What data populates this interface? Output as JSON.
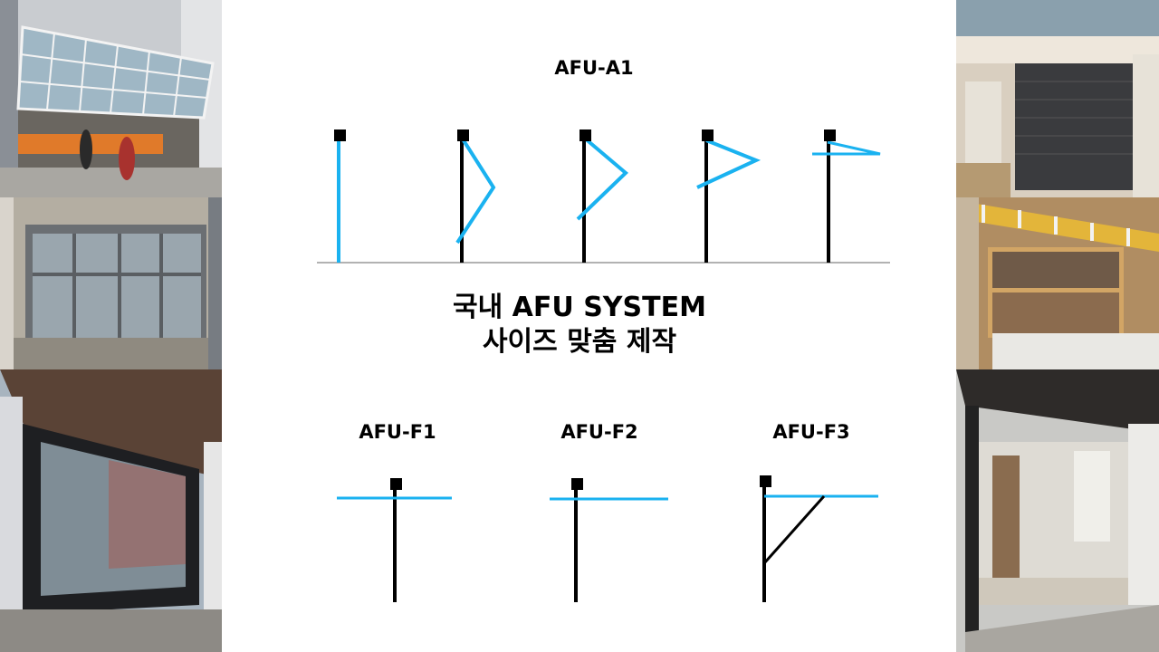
{
  "slide": {
    "title_a1": "AFU-A1",
    "center_heading_line1": "국내 AFU SYSTEM",
    "center_heading_line2": "사이즈 맞춤 제작",
    "title_f1": "AFU-F1",
    "title_f2": "AFU-F2",
    "title_f3": "AFU-F3"
  },
  "colors": {
    "panel_blue": "#1ab2f0",
    "post_black": "#000000",
    "ground_gray": "#999999",
    "background": "#ffffff"
  },
  "photos": [
    {
      "name": "photo-garage-folding-door",
      "description_icon": "building-photo"
    },
    {
      "name": "photo-gray-frame-window",
      "description_icon": "building-photo"
    },
    {
      "name": "photo-black-frame-window",
      "description_icon": "building-photo"
    },
    {
      "name": "photo-interior-shutter",
      "description_icon": "building-photo"
    },
    {
      "name": "photo-awning-window",
      "description_icon": "building-photo"
    },
    {
      "name": "photo-open-facade",
      "description_icon": "building-photo"
    }
  ]
}
